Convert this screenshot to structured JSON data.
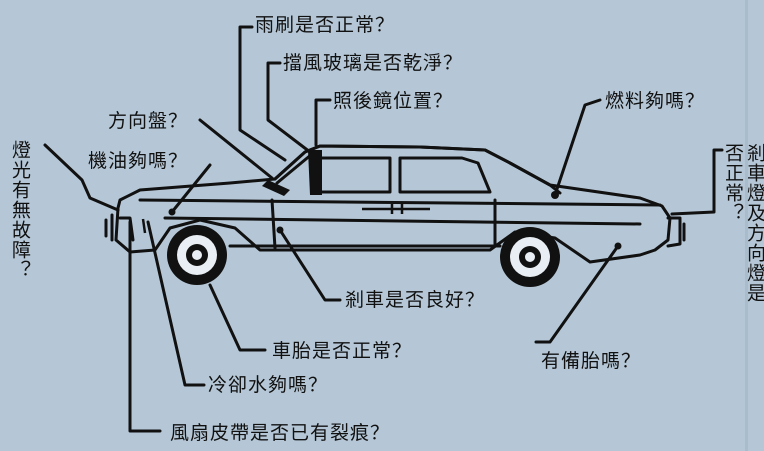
{
  "labels": {
    "wiper": "雨刷是否正常？",
    "windshield": "擋風玻璃是否乾淨？",
    "mirror": "照後鏡位置？",
    "steering": "方向盤？",
    "engine_oil": "機油夠嗎？",
    "fuel": "燃料夠嗎？",
    "lights": "燈光有無故障？",
    "brake_lights": "剎車燈及方向燈是否正常？",
    "brakes": "剎車是否良好？",
    "tires": "車胎是否正常？",
    "spare_tire": "有備胎嗎？",
    "coolant": "冷卻水夠嗎？",
    "fan_belt": "風扇皮帶是否已有裂痕？"
  }
}
